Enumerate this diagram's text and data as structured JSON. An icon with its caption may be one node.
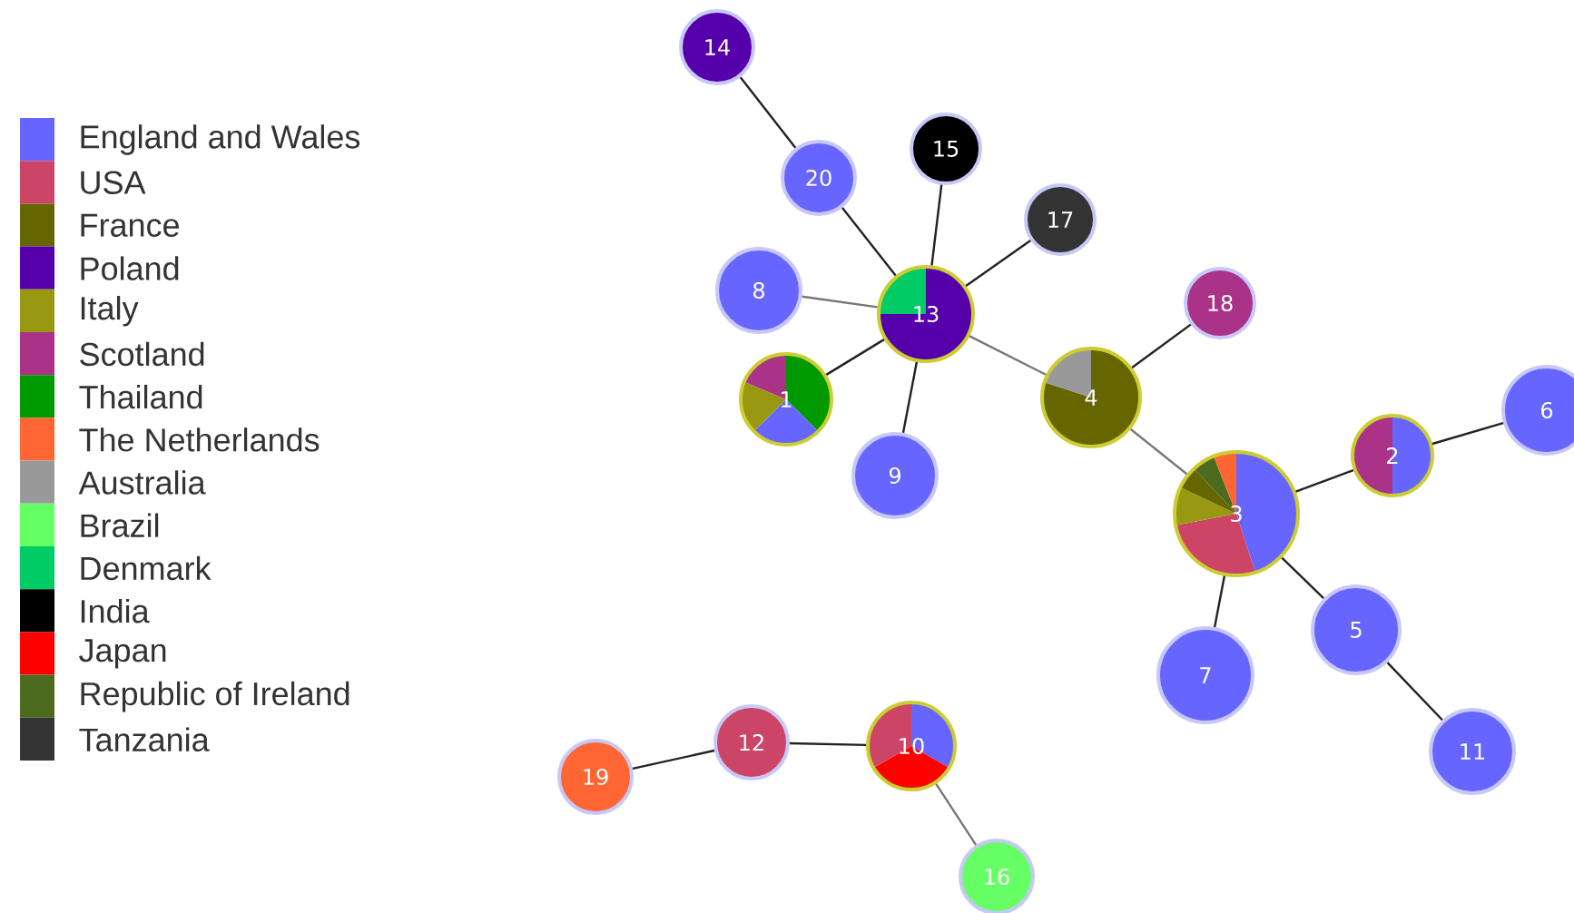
{
  "diagram": {
    "nodes": [
      {
        "text": [
          "1"
        ]
      },
      {
        "text": [
          "2"
        ]
      },
      {
        "text": [
          "3"
        ]
      },
      {
        "text": [
          "4"
        ]
      },
      {
        "text": [
          "5"
        ]
      },
      {
        "text": [
          "6"
        ]
      },
      {
        "text": [
          "7"
        ]
      },
      {
        "text": [
          "8"
        ]
      },
      {
        "text": [
          "9"
        ]
      },
      {
        "text": [
          "10"
        ]
      },
      {
        "text": [
          "11"
        ]
      },
      {
        "text": [
          "12"
        ]
      },
      {
        "text": [
          "13"
        ]
      },
      {
        "text": [
          "14"
        ]
      },
      {
        "text": [
          "15"
        ]
      },
      {
        "text": [
          "16"
        ]
      },
      {
        "text": [
          "17"
        ]
      },
      {
        "text": [
          "18"
        ]
      },
      {
        "text": [
          "19"
        ]
      },
      {
        "text": [
          "20"
        ]
      }
    ],
    "edges": [
      {
        "from": 13,
        "to": 19,
        "arrow": "none"
      },
      {
        "from": 19,
        "to": 12,
        "arrow": "none"
      },
      {
        "from": 14,
        "to": 12,
        "arrow": "none"
      },
      {
        "from": 16,
        "to": 12,
        "arrow": "none"
      },
      {
        "from": 7,
        "to": 12,
        "arrow": "none",
        "color": "#777777"
      },
      {
        "from": 0,
        "to": 12,
        "arrow": "none"
      },
      {
        "from": 8,
        "to": 12,
        "arrow": "none"
      },
      {
        "from": 12,
        "to": 3,
        "arrow": "none",
        "color": "#777777"
      },
      {
        "from": 3,
        "to": 17,
        "arrow": "none"
      },
      {
        "from": 3,
        "to": 2,
        "arrow": "none",
        "color": "#777777"
      },
      {
        "from": 2,
        "to": 1,
        "arrow": "none"
      },
      {
        "from": 1,
        "to": 5,
        "arrow": "none"
      },
      {
        "from": 2,
        "to": 6,
        "arrow": "none"
      },
      {
        "from": 2,
        "to": 4,
        "arrow": "none"
      },
      {
        "from": 4,
        "to": 10,
        "arrow": "none"
      },
      {
        "from": 18,
        "to": 11,
        "arrow": "none"
      },
      {
        "from": 11,
        "to": 9,
        "arrow": "none"
      },
      {
        "from": 9,
        "to": 15,
        "arrow": "none",
        "color": "#777777"
      }
    ],
    "legend": [
      {
        "text": "England and Wales",
        "color": "#6666ff"
      },
      {
        "text": "USA",
        "color": "#cc4466"
      },
      {
        "text": "France",
        "color": "#666600"
      },
      {
        "text": "Poland",
        "color": "#5500aa"
      },
      {
        "text": "Italy",
        "color": "#999911"
      },
      {
        "text": "Scotland",
        "color": "#aa3388"
      },
      {
        "text": "Thailand",
        "color": "#009900"
      },
      {
        "text": "The Netherlands",
        "color": "#ff6633"
      },
      {
        "text": "Australia",
        "color": "#999999"
      },
      {
        "text": "Brazil",
        "color": "#66ff66"
      },
      {
        "text": "Denmark",
        "color": "#00cc66"
      },
      {
        "text": "India",
        "color": "#000000"
      },
      {
        "text": "Japan",
        "color": "#ff0000"
      },
      {
        "text": "Republic of Ireland",
        "color": "#4d6b1f"
      },
      {
        "text": "Tanzania",
        "color": "#333333"
      }
    ]
  }
}
